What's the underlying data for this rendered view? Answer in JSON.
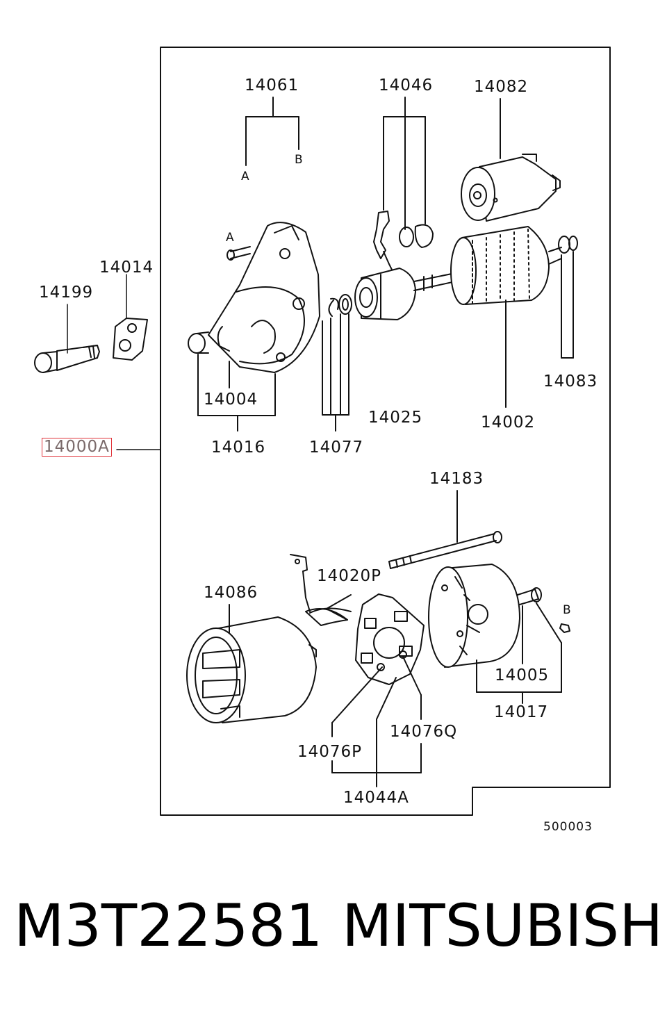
{
  "labels": {
    "p14061": "14061",
    "a1": "A",
    "b1": "B",
    "p14046": "14046",
    "p14082": "14082",
    "a2": "A",
    "p14014": "14014",
    "p14199": "14199",
    "p14004": "14004",
    "p14016": "14016",
    "p14077": "14077",
    "p14025": "14025",
    "p14002": "14002",
    "p14083": "14083",
    "p14000a": "14000A",
    "p14183": "14183",
    "p14020p": "14020P",
    "p14086": "14086",
    "b2": "B",
    "p14005": "14005",
    "p14017": "14017",
    "p14076q": "14076Q",
    "p14076p": "14076P",
    "p14044a": "14044A",
    "ref": "500003"
  },
  "footer": {
    "part_number": "M3T22581",
    "brand": "MITSUBISHI"
  },
  "colors": {
    "highlight": "#e0343a",
    "ink": "#111111"
  }
}
